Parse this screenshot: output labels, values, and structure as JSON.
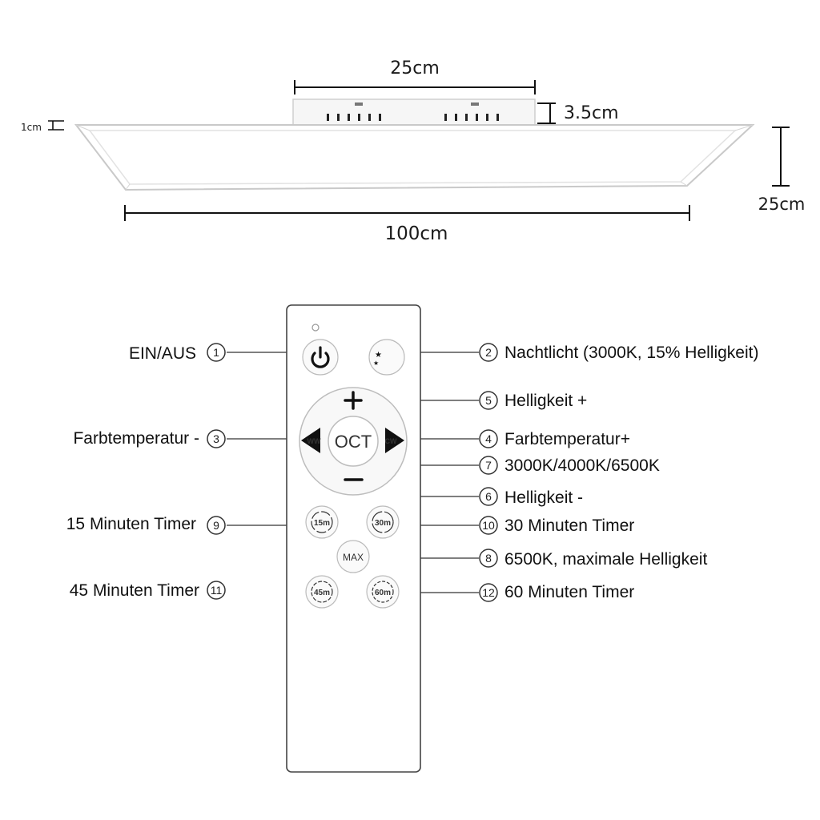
{
  "dimensions": {
    "module_width": "25cm",
    "module_height": "3.5cm",
    "panel_thickness": "1cm",
    "panel_depth": "25cm",
    "panel_length": "100cm"
  },
  "remote": {
    "buttons": {
      "power": "power-icon",
      "nightlight": "moon-star-icon",
      "plus": "+",
      "minus": "−",
      "ww": "WW",
      "cw": "CW",
      "oct": "OCT",
      "t15": "15m",
      "t30": "30m",
      "t45": "45m",
      "t60": "60m",
      "max": "MAX"
    }
  },
  "callouts": {
    "c1": {
      "num": "1",
      "label": "EIN/AUS"
    },
    "c2": {
      "num": "2",
      "label": "Nachtlicht (3000K, 15% Helligkeit)"
    },
    "c3": {
      "num": "3",
      "label": "Farbtemperatur -"
    },
    "c4": {
      "num": "4",
      "label": "Farbtemperatur+"
    },
    "c5": {
      "num": "5",
      "label": "Helligkeit +"
    },
    "c6": {
      "num": "6",
      "label": "Helligkeit -"
    },
    "c7": {
      "num": "7",
      "label": "3000K/4000K/6500K"
    },
    "c8": {
      "num": "8",
      "label": "6500K, maximale Helligkeit"
    },
    "c9": {
      "num": "9",
      "label": "15 Minuten Timer"
    },
    "c10": {
      "num": "10",
      "label": "30 Minuten Timer"
    },
    "c11": {
      "num": "11",
      "label": "45 Minuten Timer"
    },
    "c12": {
      "num": "12",
      "label": "60 Minuten Timer"
    }
  }
}
